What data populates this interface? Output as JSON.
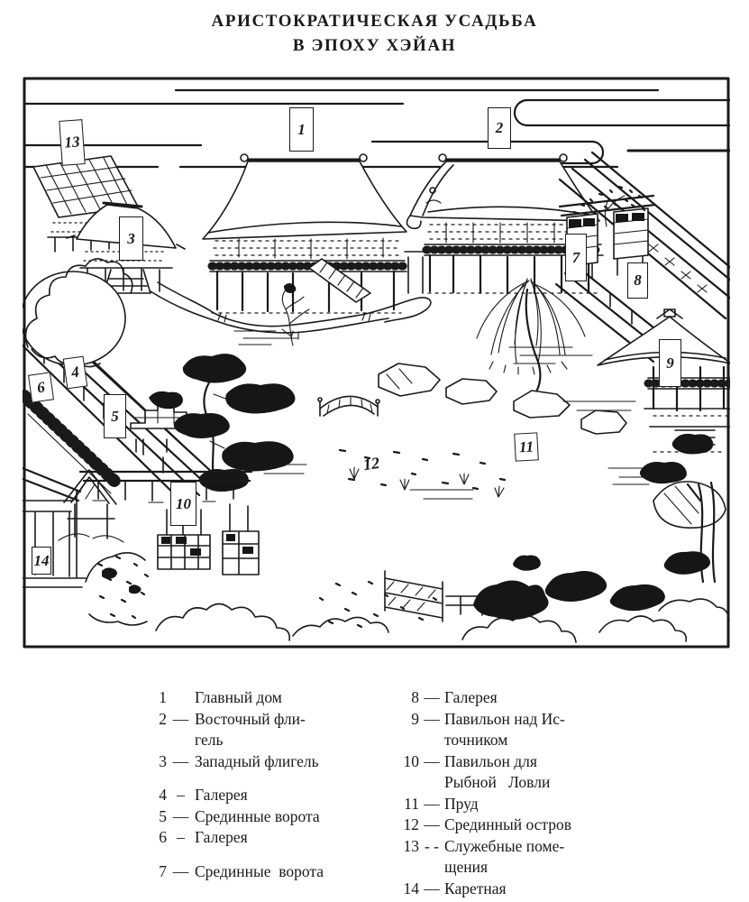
{
  "colors": {
    "paper": "#ffffff",
    "ink": "#1a1a1a"
  },
  "title": {
    "line1": "АРИСТОКРАТИЧЕСКАЯ УСАДЬБА",
    "line2": "В ЭПОХУ ХЭЙАН"
  },
  "plan": {
    "labels": [
      {
        "num": "1"
      },
      {
        "num": "2"
      },
      {
        "num": "13"
      },
      {
        "num": "3"
      },
      {
        "num": "7"
      },
      {
        "num": "8"
      },
      {
        "num": "9"
      },
      {
        "num": "4"
      },
      {
        "num": "6"
      },
      {
        "num": "5"
      },
      {
        "num": "11"
      },
      {
        "num": "12"
      },
      {
        "num": "10"
      },
      {
        "num": "14"
      }
    ]
  },
  "legend": {
    "left": [
      {
        "num": "1",
        "sep": "",
        "lines": [
          "Главный дом"
        ]
      },
      {
        "num": "2",
        "sep": "—",
        "lines": [
          "Восточный фли-",
          "гель"
        ]
      },
      {
        "num": "3",
        "sep": "—",
        "lines": [
          "Западный флигель"
        ]
      },
      {
        "num": "4",
        "sep": "–",
        "lines": [
          "Галерея"
        ]
      },
      {
        "num": "5",
        "sep": "—",
        "lines": [
          "Срединные ворота"
        ]
      },
      {
        "num": "6",
        "sep": "–",
        "lines": [
          "Галерея"
        ]
      },
      {
        "num": "7",
        "sep": "—",
        "lines": [
          "Срединные  ворота"
        ]
      }
    ],
    "right": [
      {
        "num": "8",
        "sep": "—",
        "lines": [
          "Галерея"
        ]
      },
      {
        "num": "9",
        "sep": "—",
        "lines": [
          "Павильон над Ис-",
          "точником"
        ]
      },
      {
        "num": "10",
        "sep": "—",
        "lines": [
          "Павильон для",
          "Рыбной   Ловли"
        ]
      },
      {
        "num": "11",
        "sep": "—",
        "lines": [
          "Пруд"
        ]
      },
      {
        "num": "12",
        "sep": "—",
        "lines": [
          "Срединный остров"
        ]
      },
      {
        "num": "13",
        "sep": "- -",
        "lines": [
          "Служебные поме-",
          "щения"
        ]
      },
      {
        "num": "14",
        "sep": "—",
        "lines": [
          "Каретная"
        ]
      }
    ]
  }
}
